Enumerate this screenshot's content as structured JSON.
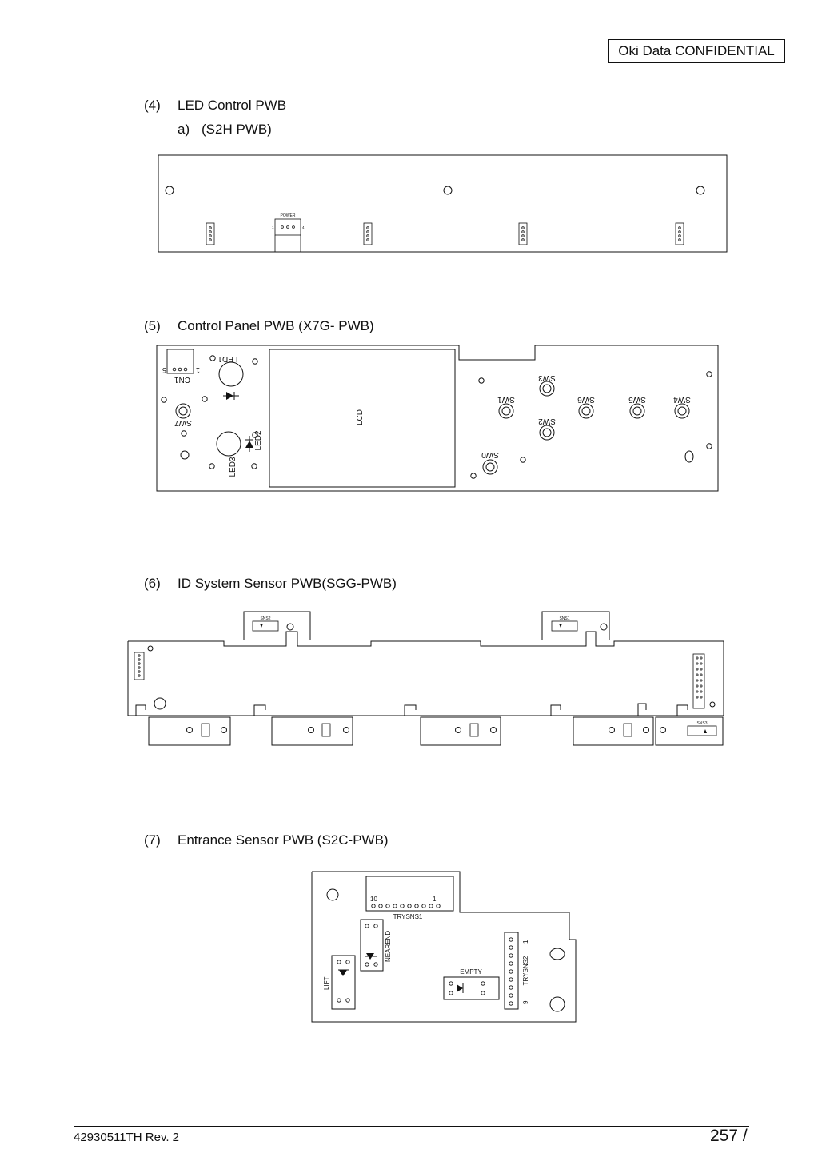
{
  "header": {
    "confidential": "Oki Data CONFIDENTIAL"
  },
  "sections": [
    {
      "num": "(4)",
      "title": "LED Control PWB",
      "sub": {
        "num": "a)",
        "title": "(S2H PWB)"
      }
    },
    {
      "num": "(5)",
      "title": "Control Panel PWB (X7G- PWB)"
    },
    {
      "num": "(6)",
      "title": "ID System Sensor PWB(SGG-PWB)"
    },
    {
      "num": "(7)",
      "title": "Entrance Sensor PWB (S2C-PWB)"
    }
  ],
  "s2h": {
    "power_label": "POWER",
    "pin_one": "1",
    "pin_four": "4"
  },
  "x7g": {
    "lcd": "LCD",
    "cn1": "CN1",
    "cn1_pin1": "1",
    "cn1_pin5": "5",
    "led1": "LED1",
    "led2": "LED2",
    "led3": "LED3",
    "sw7": "SW7",
    "sw0": "SW0",
    "sw1": "SW1",
    "sw2": "SW2",
    "sw3": "SW3",
    "sw4": "SW4",
    "sw5": "SW5",
    "sw6": "SW6"
  },
  "sgg": {
    "sns1": "SNS1",
    "sns2": "SNS2",
    "sns3": "SNS3"
  },
  "s2c": {
    "trysns1": "TRYSNS1",
    "trysns2": "TRYSNS2",
    "nearend": "NEAREND",
    "empty": "EMPTY",
    "lift": "LIFT",
    "pin10": "10",
    "pin1": "1",
    "pin1b": "1",
    "pin9": "9"
  },
  "footer": {
    "doc_id": "42930511TH  Rev. 2",
    "page": "257 /"
  }
}
